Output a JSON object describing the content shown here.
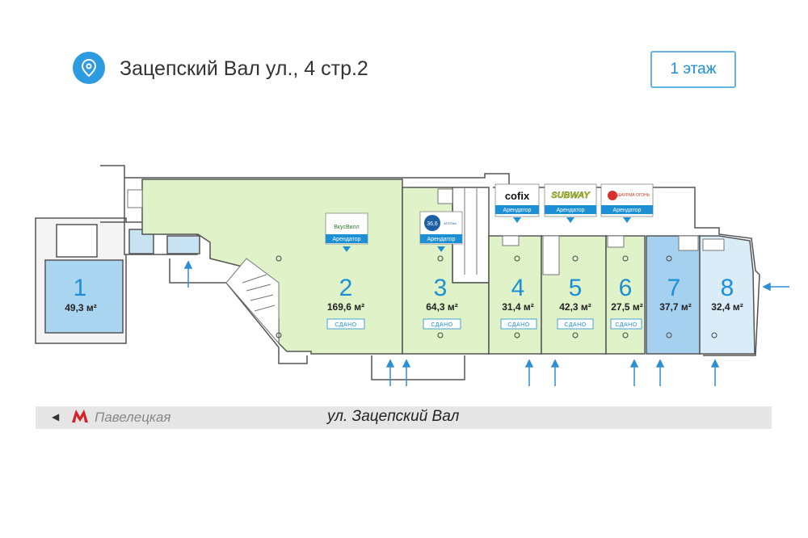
{
  "header": {
    "address": "Зацепский Вал ул., 4 стр.2",
    "floor_button": "1 этаж"
  },
  "units": [
    {
      "num": "1",
      "area": "49,3 м²",
      "status": ""
    },
    {
      "num": "2",
      "area": "169,6 м²",
      "status": "СДАНО"
    },
    {
      "num": "3",
      "area": "64,3 м²",
      "status": "СДАНО"
    },
    {
      "num": "4",
      "area": "31,4 м²",
      "status": "СДАНО"
    },
    {
      "num": "5",
      "area": "42,3 м²",
      "status": "СДАНО"
    },
    {
      "num": "6",
      "area": "27,5 м²",
      "status": "СДАНО"
    },
    {
      "num": "7",
      "area": "37,7 м²",
      "status": ""
    },
    {
      "num": "8",
      "area": "32,4 м²",
      "status": ""
    }
  ],
  "tenants": [
    {
      "logo": "ВкусВилл",
      "label": "Арендатор"
    },
    {
      "logo": "36,6",
      "sub": "АПТЕКА",
      "label": "Арендатор"
    },
    {
      "logo": "cofix",
      "label": "Арендатор"
    },
    {
      "logo": "SUBWAY",
      "label": "Арендатор"
    },
    {
      "logo": "ШАУРМА ОГОНЬ",
      "label": "Арендатор"
    }
  ],
  "street": {
    "metro": "Павелецкая",
    "name": "ул. Зацепский Вал"
  },
  "colors": {
    "accent": "#1d8fd4",
    "rented": "#dff2c8",
    "available_1": "#a9d5f0",
    "available_7": "#a6d0ef",
    "available_8": "#d9ecf8",
    "metro_red": "#d62027"
  }
}
